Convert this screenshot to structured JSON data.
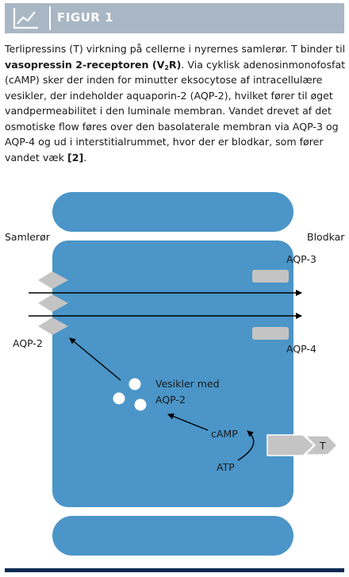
{
  "figure": {
    "label": "FIGUR 1"
  },
  "caption": {
    "part1": "Terlipressins (T) virkning på cellerne i nyrernes samlerør. T binder til ",
    "part2_bold": "vasopressin 2-receptoren (V",
    "part2_sub": "2",
    "part2_end": "R)",
    "part3": ". Via cyklisk adenosinmonofosfat (cAMP) sker der inden for minutter eksocytose af intracellulære vesikler, der indeholder aquaporin-2 (AQP-2), hvilket fører til øget vandpermeabilitet i den luminale membran. Vandet drevet af det osmotiske flow føres over den basolaterale membran via AQP-3 og AQP-4 og ud i interstitialrummet, hvor der er blodkar, som fører vandet væk ",
    "reference": "[2]",
    "end": "."
  },
  "diagram": {
    "left_label": "Samlerør",
    "right_label": "Blodkar",
    "aqp3_label": "AQP-3",
    "aqp4_label": "AQP-4",
    "aqp2_label": "AQP-2",
    "vesicles_label_line1": "Vesikler med",
    "vesicles_label_line2": "AQP-2",
    "camp_label": "cAMP",
    "atp_label": "ATP",
    "receptor_ligand_label": "T"
  },
  "colors": {
    "header_bg": "#a9b7c5",
    "cell_fill": "#4b95c8",
    "channel_fill": "#c4c4c4",
    "rule": "#0d2a52"
  }
}
